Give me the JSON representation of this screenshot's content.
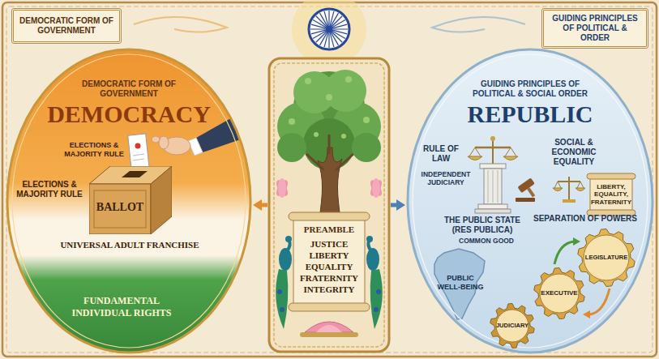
{
  "diagram": {
    "nodes": [
      {
        "text": [
          "DEMOCRATIC FORM OF GOVERNMENT"
        ]
      },
      {
        "text": [
          "GUIDING PRINCIPLES OF POLITICAL & ORDER"
        ]
      },
      {
        "text": [
          "DEMOCRATIC FORM OF GOVERNMENT",
          "DEMOCRACY"
        ]
      },
      {
        "text": [
          "BALLOT"
        ],
        "in": 2
      },
      {
        "text": [
          "PREAMBLE",
          "JUSTICE LIBERTY EQUALITY FRATERNITY INTEGRITY"
        ]
      },
      {
        "text": [
          "GUIDING PRINCIPLES OF POLITICAL & SOCIAL ORDER",
          "REPUBLIC"
        ]
      },
      {
        "text": [
          "LIBERTY, EQUALITY, FRATERNITY"
        ],
        "in": 5
      },
      {
        "text": [
          "LEGISLATURE"
        ],
        "in": 5
      },
      {
        "text": [
          "EXECUTIVE"
        ],
        "in": 5
      },
      {
        "text": [
          "JUDICIARY"
        ],
        "in": 5
      }
    ],
    "edges": [
      {
        "from": 4,
        "to": 2,
        "arrow": "to"
      },
      {
        "from": 4,
        "to": 5,
        "arrow": "to"
      }
    ],
    "labels": [
      "ELECTIONS & MAJORITY RULE",
      "ELECTIONS & MAJORITY RULE",
      "UNIVERSAL ADULT FRANCHISE",
      "FUNDAMENTAL INDIVIDUAL RIGHTS",
      "RULE OF LAW",
      "INDEPENDENT JUDICIARY",
      "SOCIAL & ECONOMIC EQUALITY",
      "THE PUBLIC STATE (RES PUBLICA)",
      "COMMON GOOD",
      "PUBLIC WELL-BEING",
      "SEPARATION OF POWERS"
    ]
  }
}
